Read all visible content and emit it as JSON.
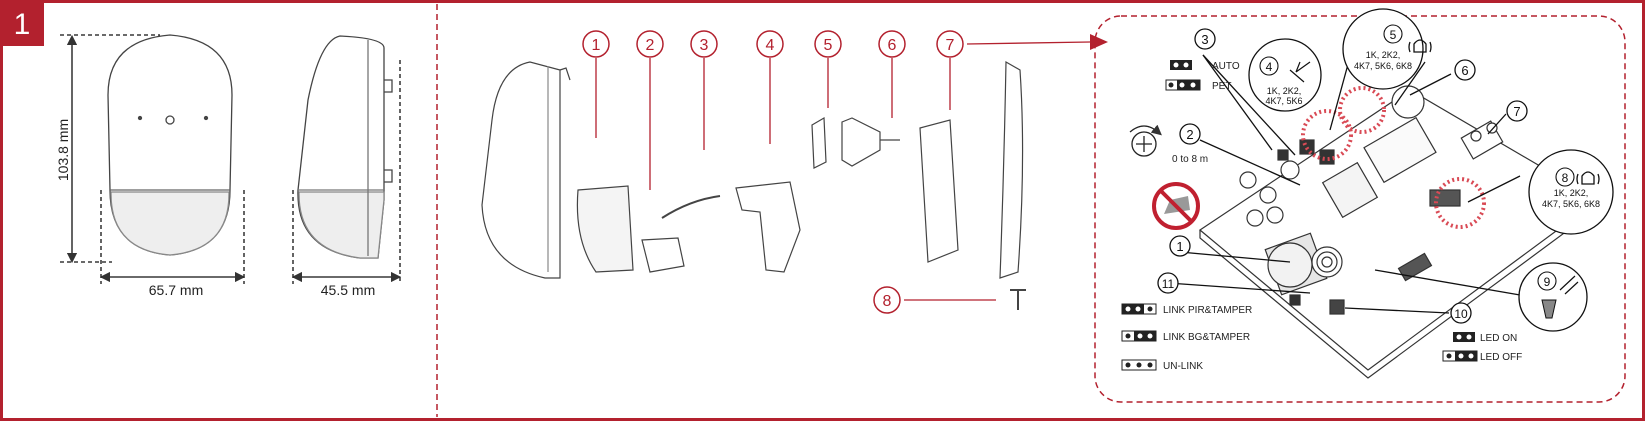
{
  "figure": {
    "step_number": "1",
    "accent_color": "#b3212e",
    "line_color": "#3a3a3a"
  },
  "dimensions": {
    "height": "103.8 mm",
    "front_width": "65.7 mm",
    "side_width": "45.5 mm"
  },
  "exploded": {
    "callouts": [
      "1",
      "2",
      "3",
      "4",
      "5",
      "6",
      "7",
      "8"
    ]
  },
  "board": {
    "callouts": [
      "1",
      "2",
      "3",
      "4",
      "5",
      "6",
      "7",
      "8",
      "9",
      "10",
      "11"
    ],
    "range_label": "0 to 8 m",
    "mode_auto": "AUTO",
    "mode_pet": "PET",
    "resistor_values_4": [
      "1K, 2K2,",
      "4K7, 5K6"
    ],
    "resistor_values_5": [
      "1K, 2K2,",
      "4K7, 5K6, 6K8"
    ],
    "resistor_values_8": [
      "1K, 2K2,",
      "4K7, 5K6, 6K8"
    ],
    "legend_link_pir": "LINK PIR&TAMPER",
    "legend_link_bg": "LINK BG&TAMPER",
    "legend_unlink": "UN-LINK",
    "led_on": "LED ON",
    "led_off": "LED OFF",
    "icons": [
      "rotate-adjust-icon",
      "no-masking-icon",
      "cutter-tool-icon",
      "siren-icon"
    ]
  }
}
